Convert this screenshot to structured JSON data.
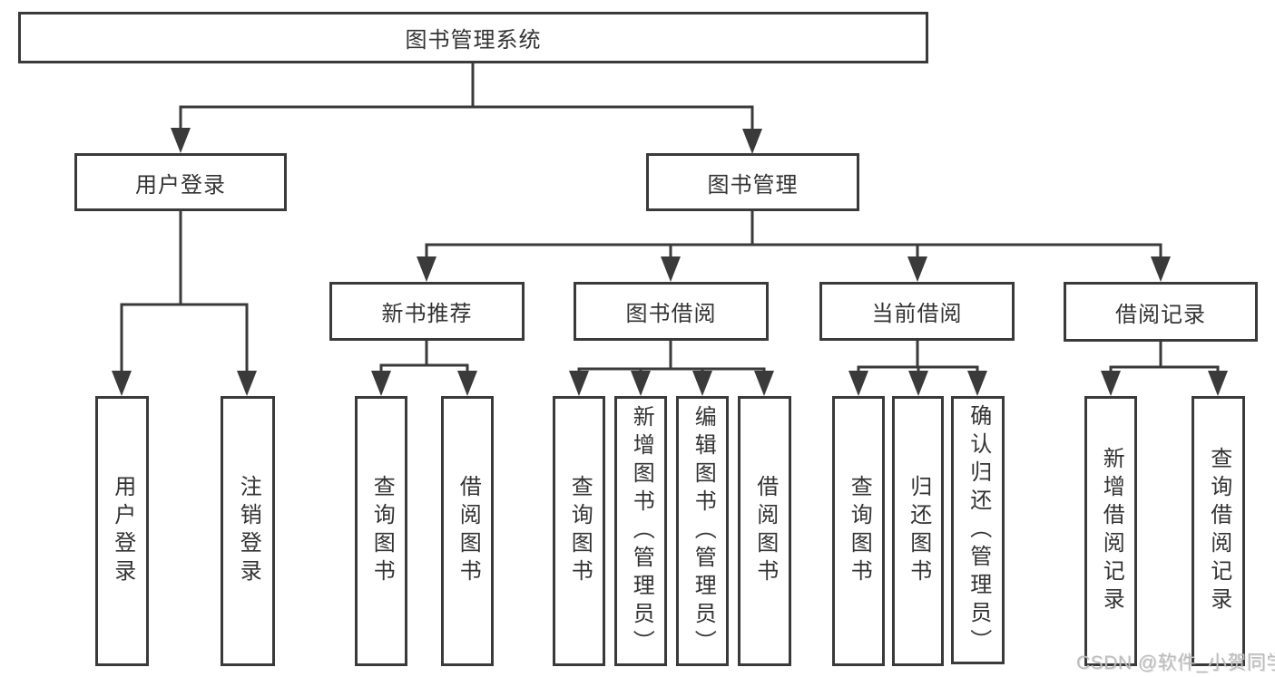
{
  "colors": {
    "line": "#3a3a3a",
    "text": "#333333",
    "watermark": "#bdbdbd",
    "bg": "#ffffff"
  },
  "chart": {
    "root": "图书管理系统",
    "branches": [
      {
        "label": "用户登录",
        "children": [
          "用户登录",
          "注销登录"
        ]
      },
      {
        "label": "图书管理",
        "children": [
          {
            "label": "新书推荐",
            "children": [
              "查询图书",
              "借阅图书"
            ]
          },
          {
            "label": "图书借阅",
            "children": [
              "查询图书",
              "新增图书（管理员）",
              "编辑图书（管理员）",
              "借阅图书"
            ]
          },
          {
            "label": "当前借阅",
            "children": [
              "查询图书",
              "归还图书",
              "确认归还（管理员）"
            ]
          },
          {
            "label": "借阅记录",
            "children": [
              "新增借阅记录",
              "查询借阅记录"
            ]
          }
        ]
      }
    ],
    "watermark": "CSDN @软件_小贺同学"
  }
}
